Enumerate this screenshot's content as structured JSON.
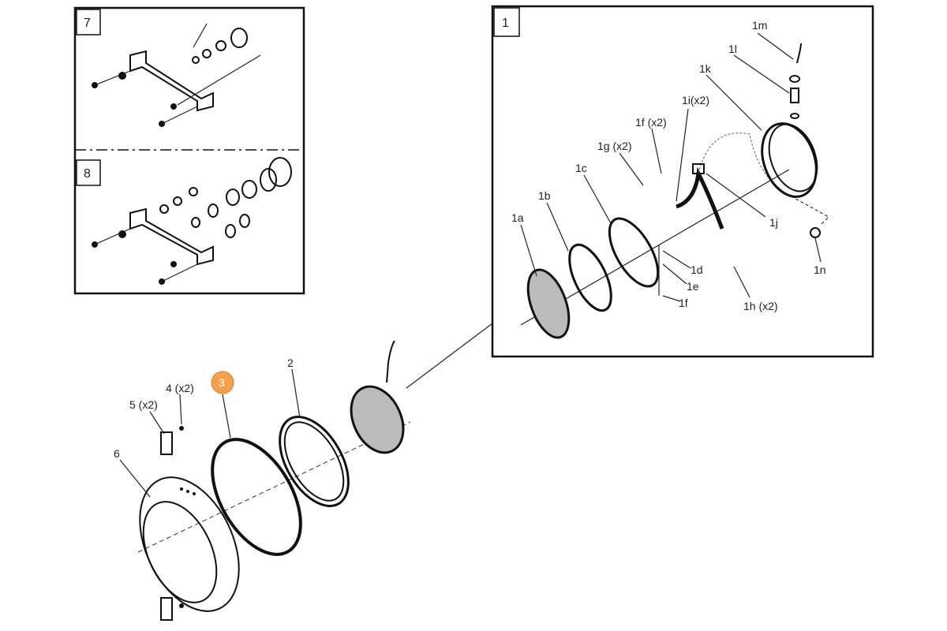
{
  "panels": {
    "box7": {
      "number": "7"
    },
    "box8": {
      "number": "8"
    },
    "box1": {
      "number": "1"
    }
  },
  "detail_labels": {
    "1m": "1m",
    "1l": "1l",
    "1k": "1k",
    "1i": "1i(x2)",
    "1f_x2": "1f (x2)",
    "1g": "1g (x2)",
    "1c": "1c",
    "1b": "1b",
    "1a": "1a",
    "1j": "1j",
    "1n": "1n",
    "1d": "1d",
    "1e": "1e",
    "1f": "1f",
    "1h": "1h (x2)"
  },
  "main_labels": {
    "2": "2",
    "3": "3",
    "4": "4 (x2)",
    "5": "5 (x2)",
    "6": "6"
  },
  "highlight": {
    "part": "3",
    "color": "#f4a14c"
  }
}
